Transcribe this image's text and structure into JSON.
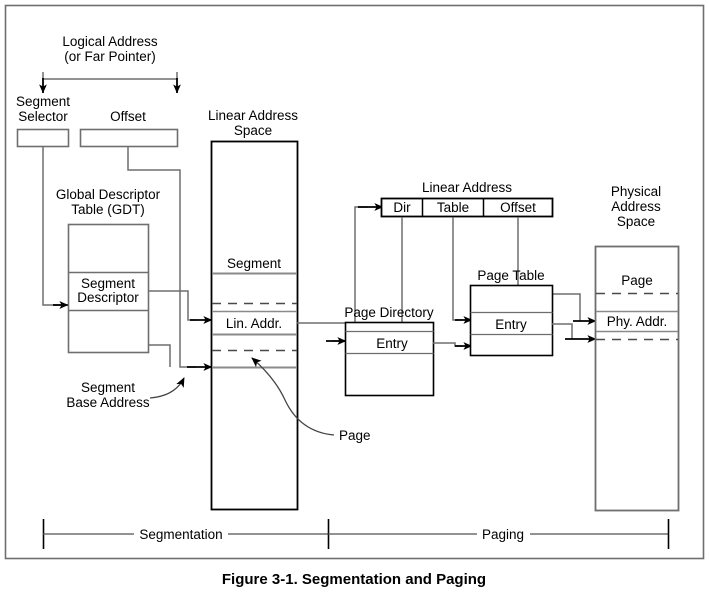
{
  "figure": {
    "caption": "Figure 3-1.  Segmentation and Paging",
    "caption_color": "#1F5FA8",
    "line_color": "#6e6e6e",
    "dark_line_color": "#000000"
  },
  "logical_address": {
    "title_line1": "Logical Address",
    "title_line2": "(or Far Pointer)",
    "segment_selector_line1": "Segment",
    "segment_selector_line2": "Selector",
    "offset_label": "Offset"
  },
  "gdt": {
    "title_line1": "Global Descriptor",
    "title_line2": "Table (GDT)",
    "entry_line1": "Segment",
    "entry_line2": "Descriptor"
  },
  "segment_base": {
    "line1": "Segment",
    "line2": "Base Address"
  },
  "linear_address_space": {
    "title_line1": "Linear Address",
    "title_line2": "Space",
    "segment_label": "Segment",
    "lin_addr_label": "Lin. Addr.",
    "page_callout": "Page"
  },
  "linear_address": {
    "title": "Linear Address",
    "fields": [
      "Dir",
      "Table",
      "Offset"
    ]
  },
  "page_directory": {
    "title": "Page Directory",
    "entry_label": "Entry"
  },
  "page_table": {
    "title": "Page Table",
    "entry_label": "Entry"
  },
  "physical_address_space": {
    "title_line1": "Physical",
    "title_line2": "Address",
    "title_line3": "Space",
    "page_label": "Page",
    "phy_addr_label": "Phy. Addr."
  },
  "brackets": {
    "segmentation": "Segmentation",
    "paging": "Paging"
  }
}
